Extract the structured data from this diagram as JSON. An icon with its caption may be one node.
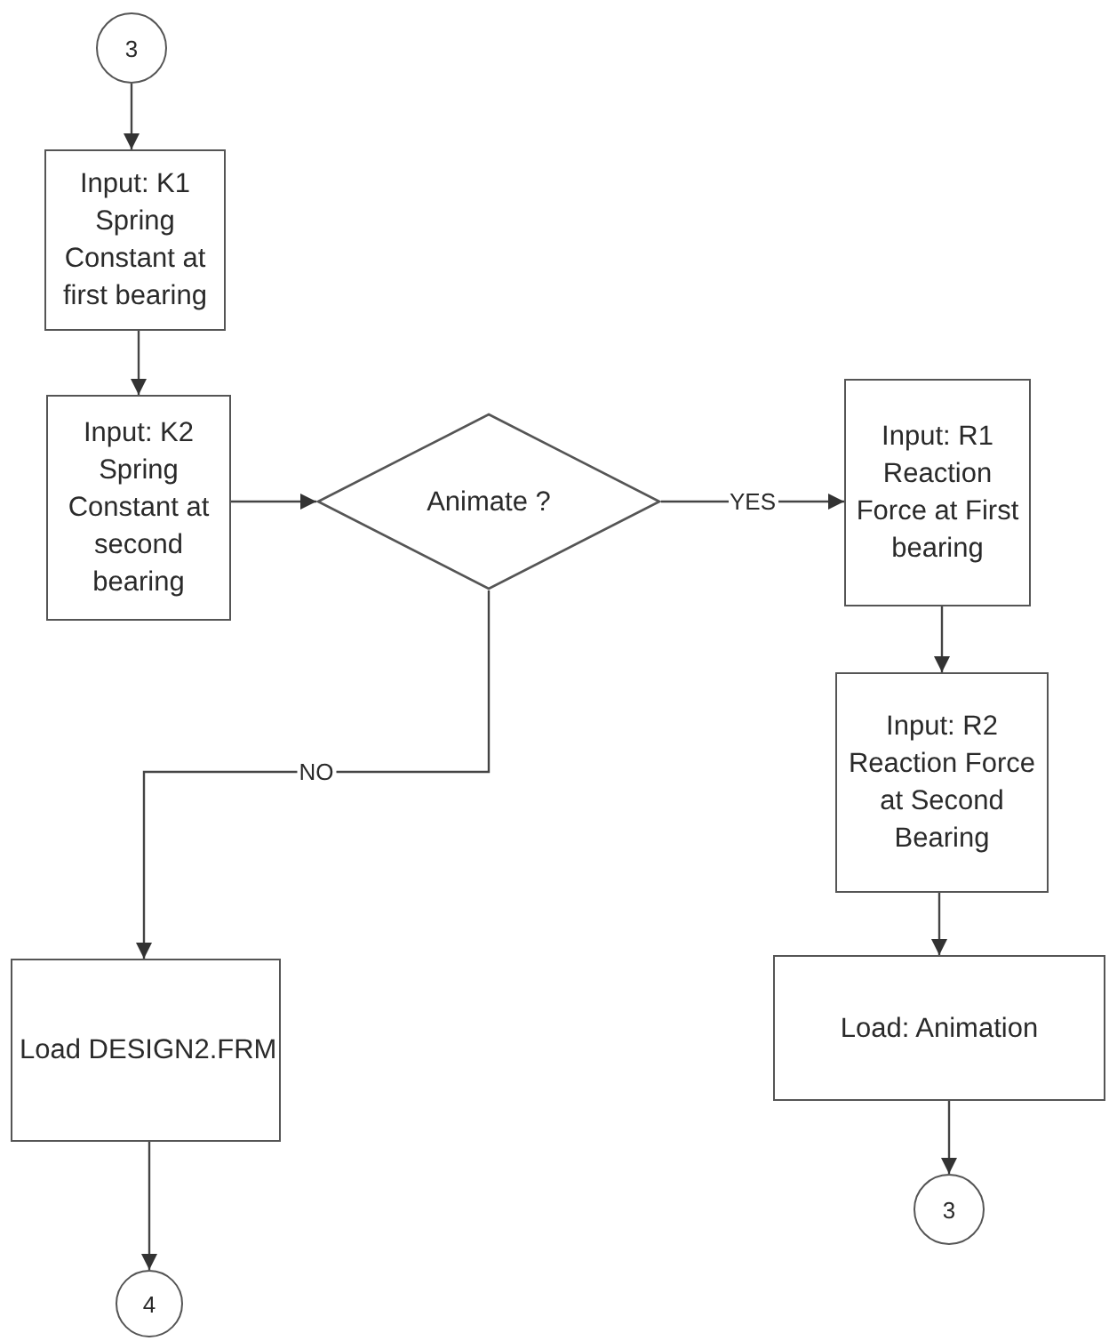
{
  "diagram": {
    "nodes": [
      {
        "text": [
          "3"
        ]
      },
      {
        "text": [
          "Input: K1 Spring Constant at first bearing"
        ]
      },
      {
        "text": [
          "Input: K2 Spring Constant at second bearing"
        ]
      },
      {
        "text": [
          "Animate ?"
        ]
      },
      {
        "text": [
          "Input: R1 Reaction Force at First bearing"
        ]
      },
      {
        "text": [
          "Input: R2 Reaction Force at Second Bearing"
        ]
      },
      {
        "text": [
          "Load DESIGN2.FRM"
        ]
      },
      {
        "text": [
          "Load: Animation"
        ]
      },
      {
        "text": [
          "3"
        ]
      },
      {
        "text": [
          "4"
        ]
      }
    ],
    "edges": [
      {
        "from": 0,
        "to": 1,
        "arrow": "to"
      },
      {
        "from": 1,
        "to": 2,
        "arrow": "to"
      },
      {
        "from": 2,
        "to": 3,
        "arrow": "to"
      },
      {
        "from": 3,
        "to": 4,
        "arrow": "to",
        "label": "YES"
      },
      {
        "from": 4,
        "to": 5,
        "arrow": "to"
      },
      {
        "from": 5,
        "to": 7,
        "arrow": "to"
      },
      {
        "from": 7,
        "to": 8,
        "arrow": "to"
      },
      {
        "from": 3,
        "to": 6,
        "arrow": "to",
        "label": "NO"
      },
      {
        "from": 6,
        "to": 9,
        "arrow": "to"
      }
    ]
  }
}
